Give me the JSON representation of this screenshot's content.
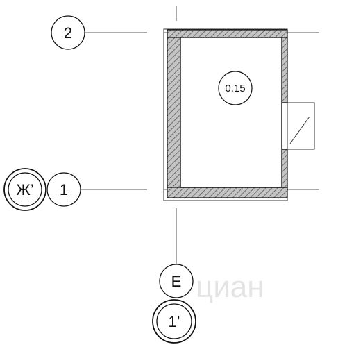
{
  "colors": {
    "ink": "#111111",
    "grid_line": "#555555",
    "wall_hatch": "#666666",
    "wall_fill": "#bdbdbd",
    "watermark": "#e4e4e4"
  },
  "axes": {
    "horizontal": {
      "top": {
        "label": "2"
      },
      "bottom": {
        "label": "1",
        "extra_label": "Ж’"
      }
    },
    "vertical": {
      "main": {
        "label": "Е",
        "extra_label": "1’"
      }
    }
  },
  "room": {
    "label": "0.15"
  },
  "watermark": {
    "text": "циан"
  }
}
